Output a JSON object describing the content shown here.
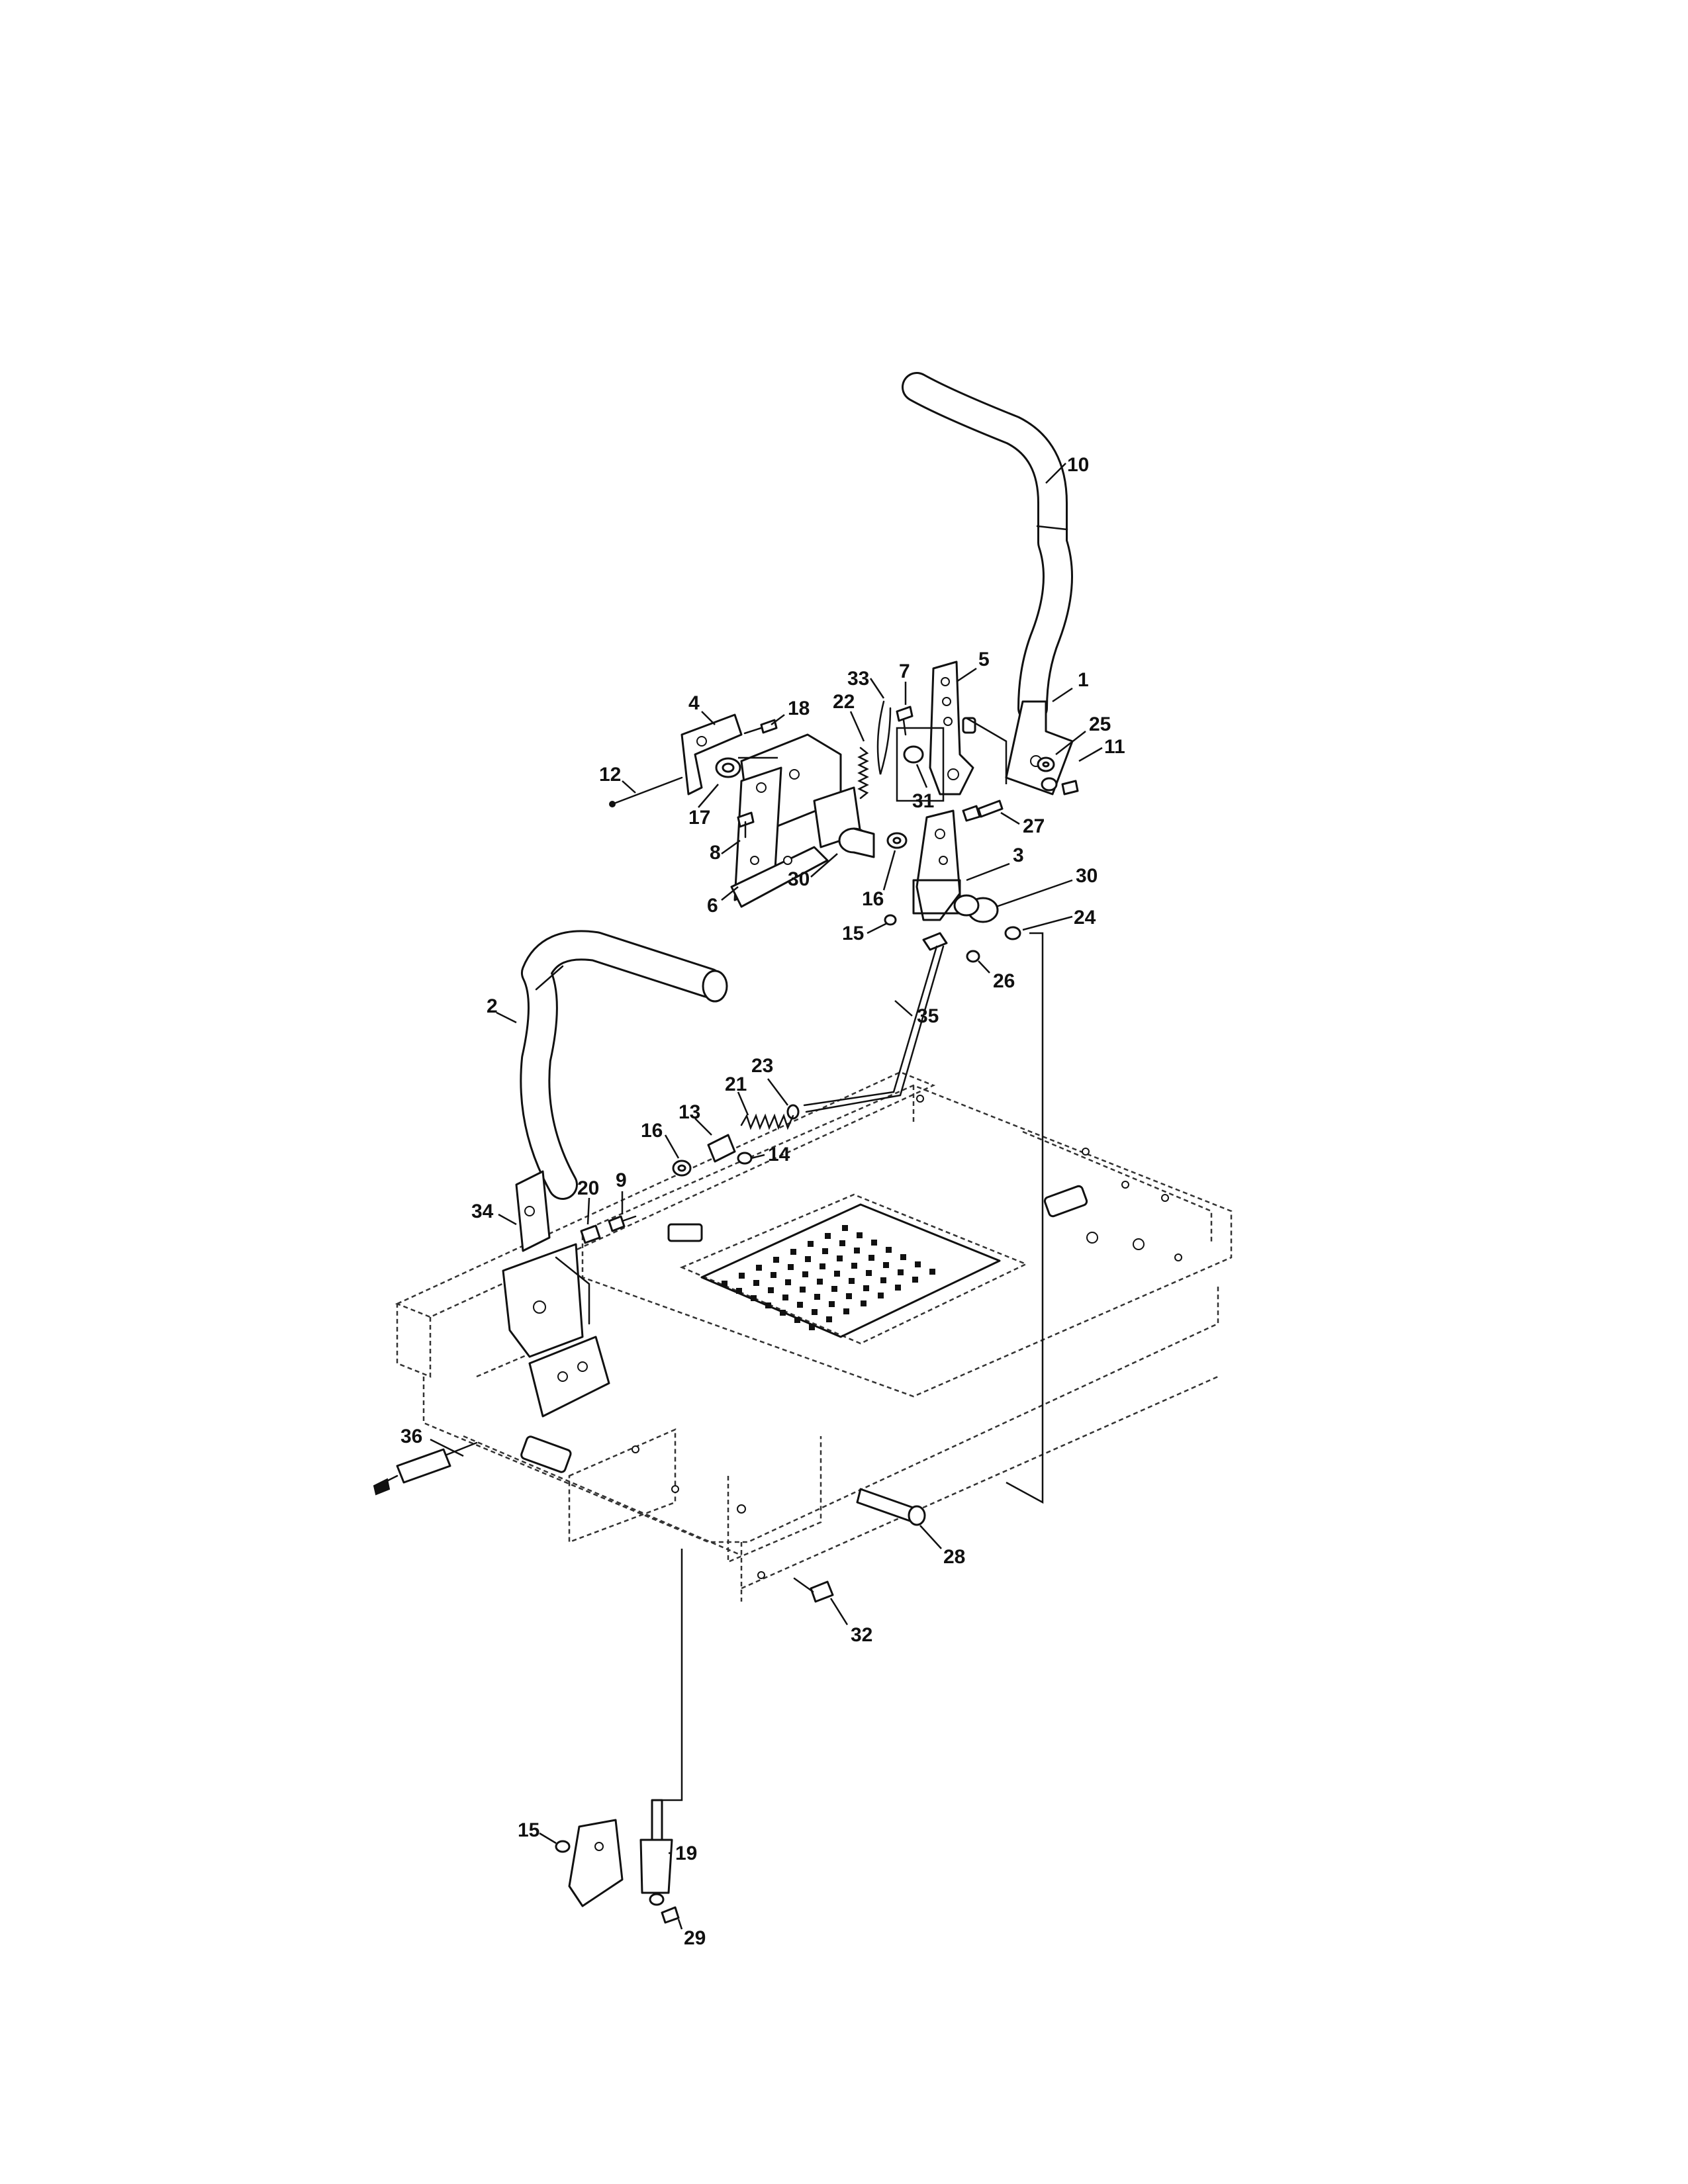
{
  "callouts": [
    {
      "id": "c1",
      "text": "1"
    },
    {
      "id": "c2",
      "text": "2"
    },
    {
      "id": "c3",
      "text": "3"
    },
    {
      "id": "c4",
      "text": "4"
    },
    {
      "id": "c5",
      "text": "5"
    },
    {
      "id": "c6",
      "text": "6"
    },
    {
      "id": "c7",
      "text": "7"
    },
    {
      "id": "c8",
      "text": "8"
    },
    {
      "id": "c9",
      "text": "9"
    },
    {
      "id": "c10",
      "text": "10"
    },
    {
      "id": "c11",
      "text": "11"
    },
    {
      "id": "c12",
      "text": "12"
    },
    {
      "id": "c13",
      "text": "13"
    },
    {
      "id": "c14",
      "text": "14"
    },
    {
      "id": "c15a",
      "text": "15"
    },
    {
      "id": "c15b",
      "text": "15"
    },
    {
      "id": "c16a",
      "text": "16"
    },
    {
      "id": "c16b",
      "text": "16"
    },
    {
      "id": "c17",
      "text": "17"
    },
    {
      "id": "c18",
      "text": "18"
    },
    {
      "id": "c19",
      "text": "19"
    },
    {
      "id": "c20",
      "text": "20"
    },
    {
      "id": "c21",
      "text": "21"
    },
    {
      "id": "c22",
      "text": "22"
    },
    {
      "id": "c23",
      "text": "23"
    },
    {
      "id": "c24",
      "text": "24"
    },
    {
      "id": "c25",
      "text": "25"
    },
    {
      "id": "c26",
      "text": "26"
    },
    {
      "id": "c27",
      "text": "27"
    },
    {
      "id": "c28",
      "text": "28"
    },
    {
      "id": "c29",
      "text": "29"
    },
    {
      "id": "c30a",
      "text": "30"
    },
    {
      "id": "c30b",
      "text": "30"
    },
    {
      "id": "c31",
      "text": "31"
    },
    {
      "id": "c32",
      "text": "32"
    },
    {
      "id": "c33",
      "text": "33"
    },
    {
      "id": "c34",
      "text": "34"
    },
    {
      "id": "c35",
      "text": "35"
    },
    {
      "id": "c36",
      "text": "36"
    }
  ]
}
